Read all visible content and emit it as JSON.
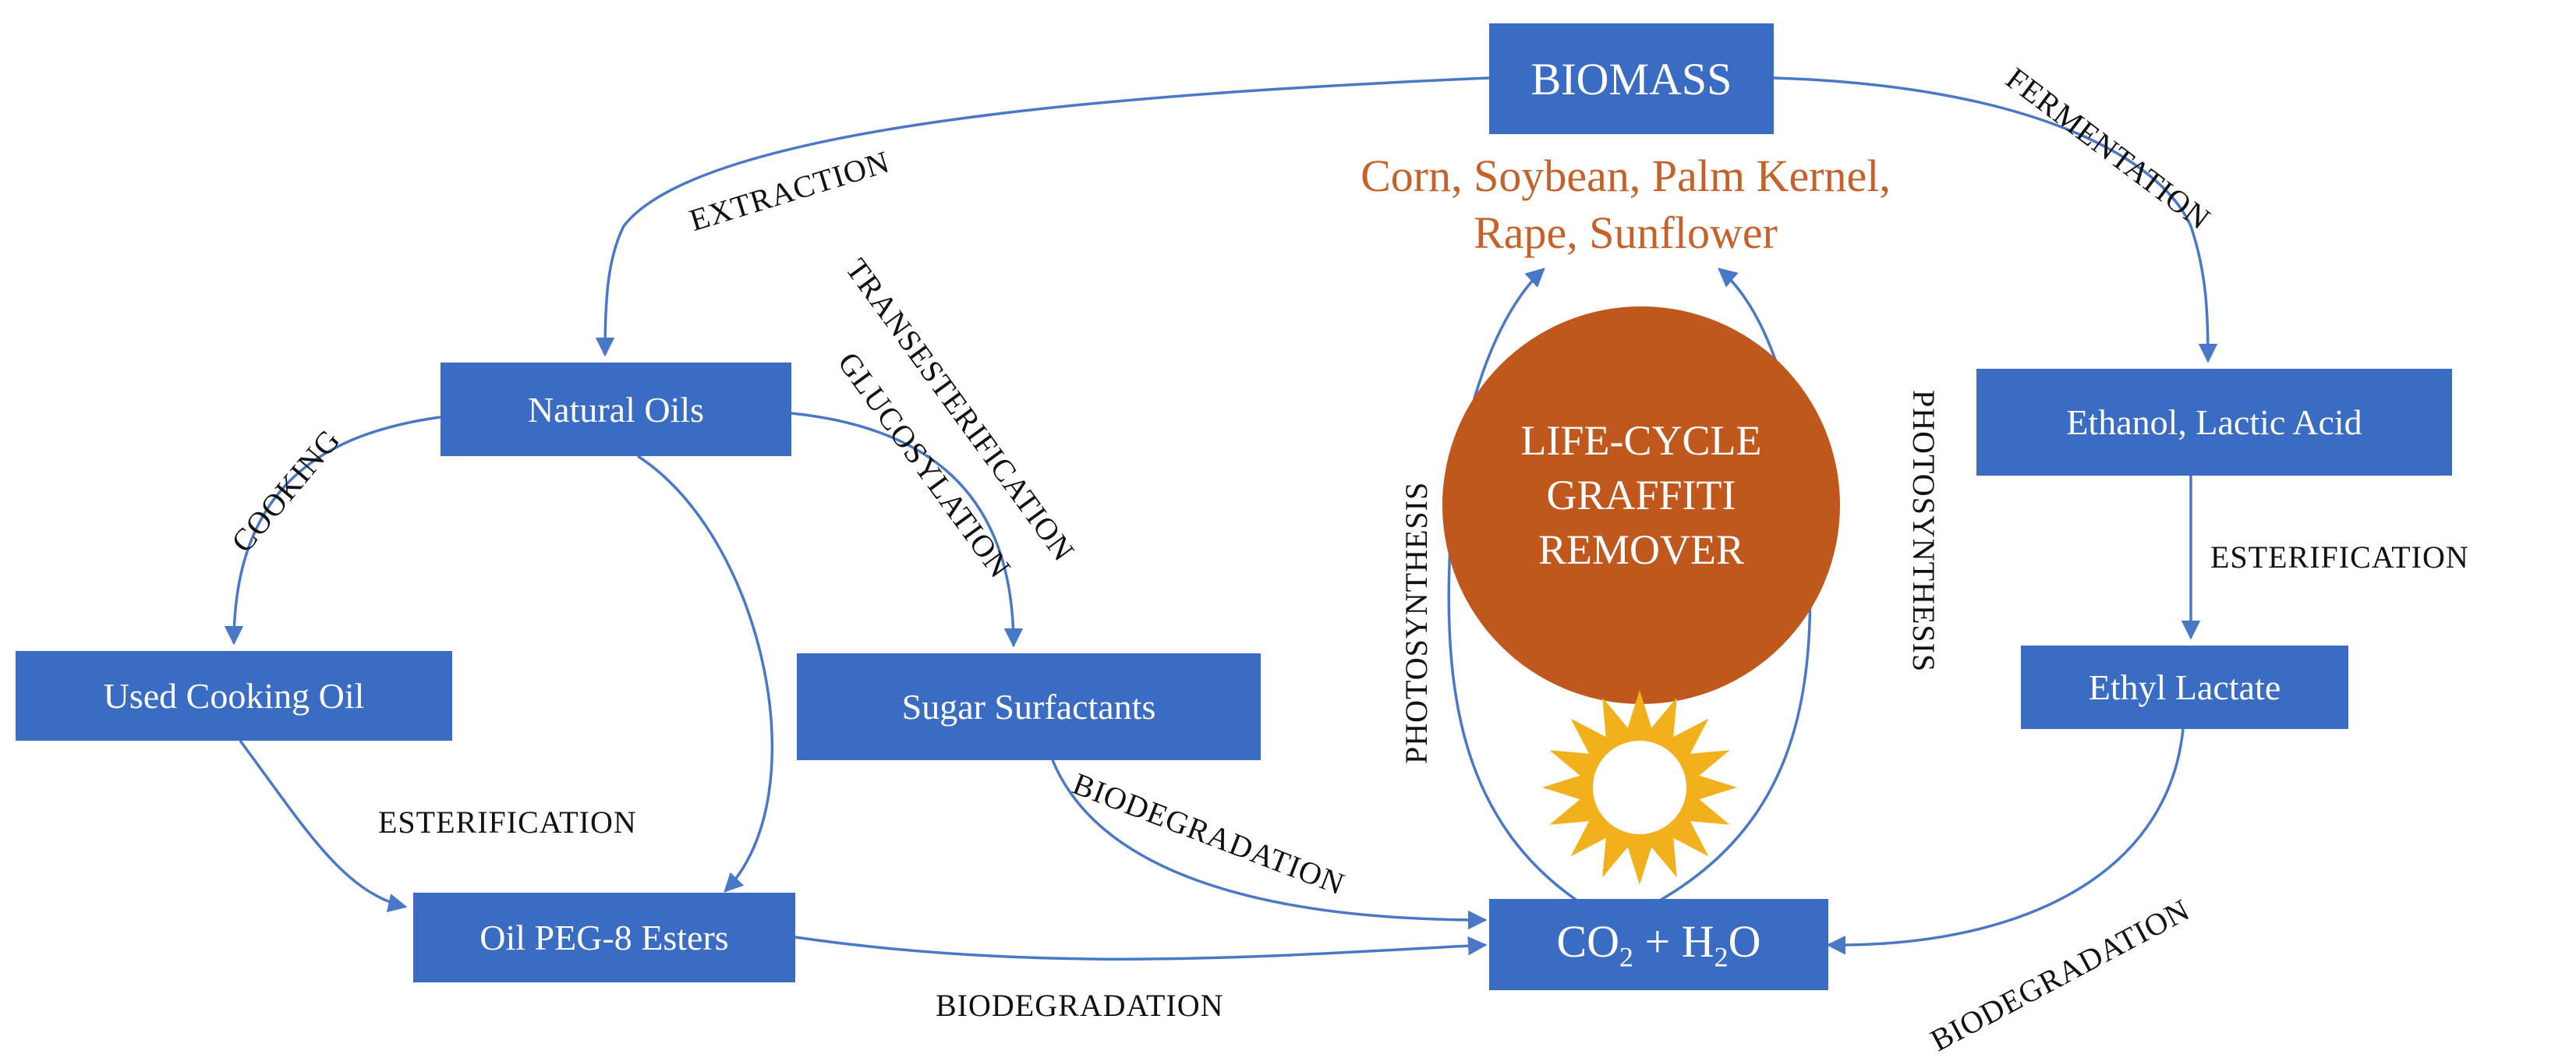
{
  "colors": {
    "box_fill": "#3a6cc4",
    "arrow": "#4a78c8",
    "circle_fill": "#c0581e",
    "sources_text": "#c4622a",
    "sun": "#f2b01c"
  },
  "nodes": {
    "biomass": "BIOMASS",
    "natural_oils": "Natural Oils",
    "ethanol_lactic": "Ethanol, Lactic Acid",
    "used_cooking_oil": "Used Cooking Oil",
    "sugar_surfactants": "Sugar Surfactants",
    "ethyl_lactate": "Ethyl Lactate",
    "oil_peg8_esters": "Oil PEG-8 Esters",
    "co2_h2o": {
      "co": "CO",
      "two": "2",
      "plus_h": " + H",
      "h_two": "2",
      "o": "O"
    }
  },
  "biomass_sources": {
    "line1": "Corn, Soybean, Palm Kernel,",
    "line2": "Rape, Sunflower"
  },
  "center": {
    "line1": "LIFE-CYCLE",
    "line2": "GRAFFITI",
    "line3": "REMOVER"
  },
  "processes": {
    "extraction": "EXTRACTION",
    "fermentation": "FERMENTATION",
    "cooking": "COOKING",
    "transesterification": "TRANSESTERIFICATION",
    "glucosylation": "GLUCOSYLATION",
    "esterification_right": "ESTERIFICATION",
    "esterification_left": "ESTERIFICATION",
    "photosynthesis_left": "PHOTOSYNTHESIS",
    "photosynthesis_right": "PHOTOSYNTHESIS",
    "biodegradation_sugar": "BIODEGRADATION",
    "biodegradation_peg": "BIODEGRADATION",
    "biodegradation_lactate": "BIODEGRADATION"
  }
}
